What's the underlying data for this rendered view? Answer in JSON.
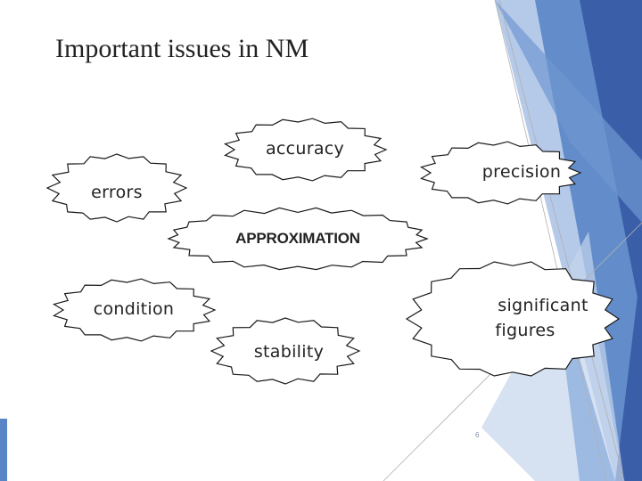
{
  "slide": {
    "title": "Important issues in NM",
    "page_number": "6"
  },
  "theme": {
    "accent_dark": "#3b5ea8",
    "accent_mid": "#5a86c7",
    "accent_light": "#a8c0e4",
    "burst_stroke": "#1a1a1a"
  },
  "diagram": {
    "nodes": {
      "accuracy": "accuracy",
      "precision": "precision",
      "errors": "errors",
      "approximation": "APPROXIMATION",
      "condition": "condition",
      "stability": "stability",
      "significant_figures": [
        "significant",
        "figures"
      ]
    }
  }
}
